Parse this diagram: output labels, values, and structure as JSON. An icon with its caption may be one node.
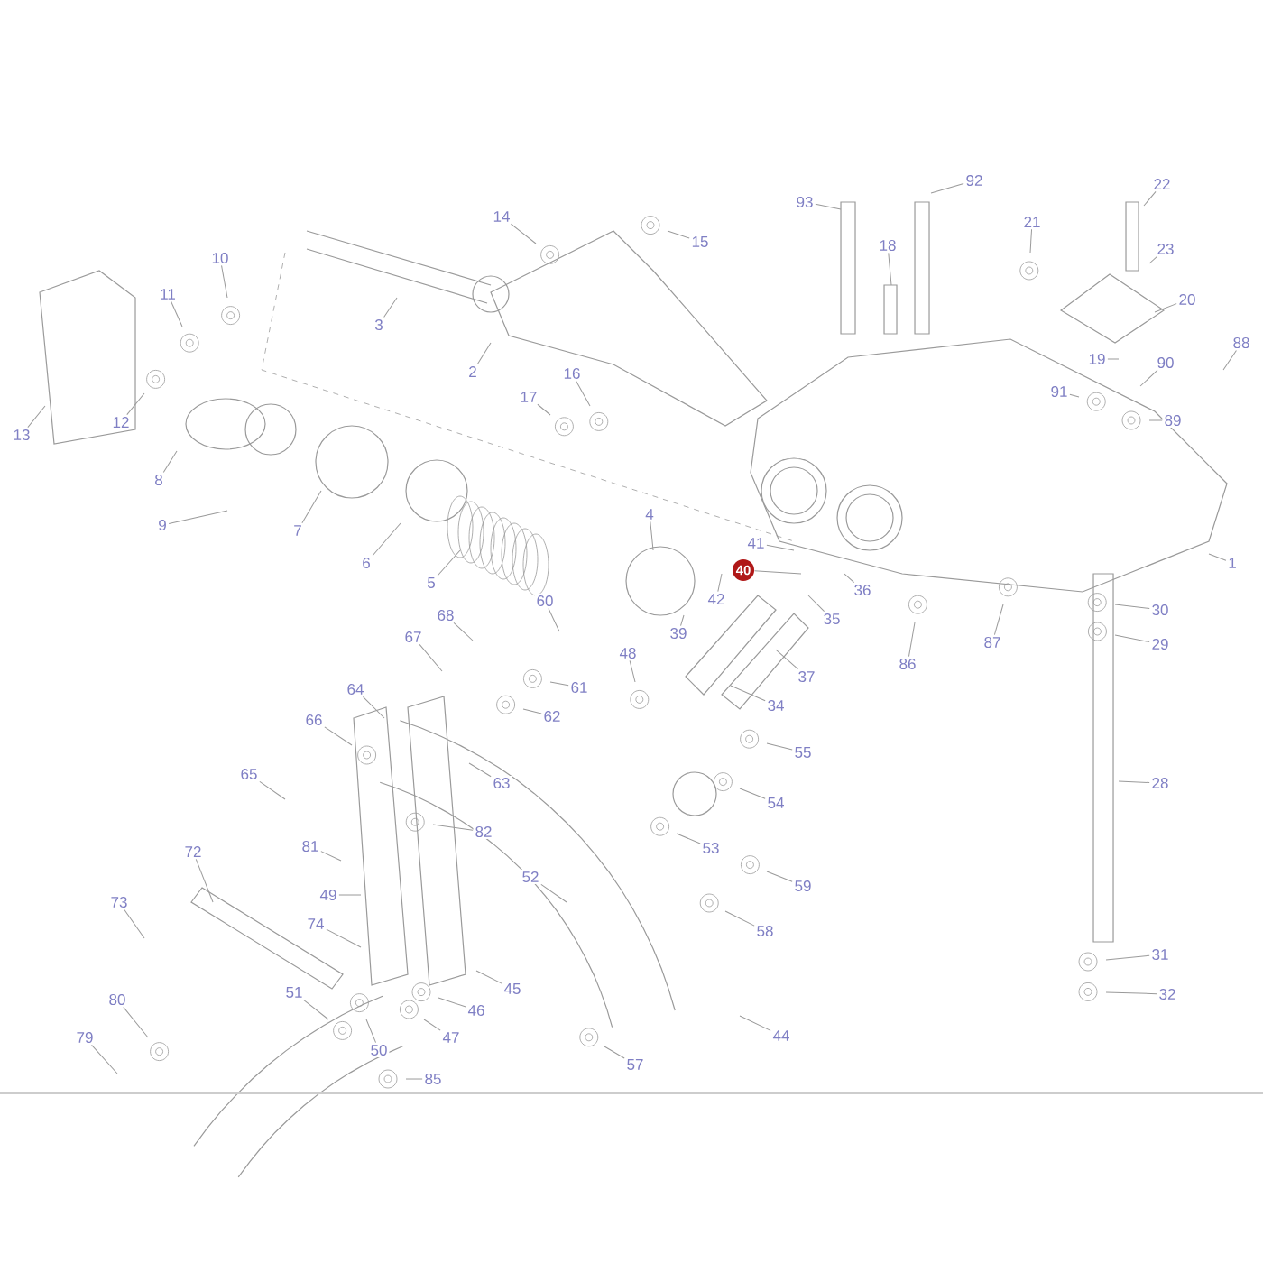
{
  "diagram": {
    "nodes": [
      {
        "text": [
          "93"
        ]
      },
      {
        "text": [
          "92"
        ]
      },
      {
        "text": [
          "22"
        ]
      },
      {
        "text": [
          "18"
        ]
      },
      {
        "text": [
          "21"
        ]
      },
      {
        "text": [
          "15"
        ]
      },
      {
        "text": [
          "14"
        ]
      },
      {
        "text": [
          "10"
        ]
      },
      {
        "text": [
          "11"
        ]
      },
      {
        "text": [
          "3"
        ]
      },
      {
        "text": [
          "2"
        ]
      },
      {
        "text": [
          "23"
        ]
      },
      {
        "text": [
          "20"
        ]
      },
      {
        "text": [
          "88"
        ]
      },
      {
        "text": [
          "19"
        ]
      },
      {
        "text": [
          "90"
        ]
      },
      {
        "text": [
          "91"
        ]
      },
      {
        "text": [
          "89"
        ]
      },
      {
        "text": [
          "16"
        ]
      },
      {
        "text": [
          "17"
        ]
      },
      {
        "text": [
          "13"
        ]
      },
      {
        "text": [
          "12"
        ]
      },
      {
        "text": [
          "8"
        ]
      },
      {
        "text": [
          "9"
        ]
      },
      {
        "text": [
          "7"
        ]
      },
      {
        "text": [
          "6"
        ]
      },
      {
        "text": [
          "5"
        ]
      },
      {
        "text": [
          "4"
        ]
      },
      {
        "text": [
          "41"
        ]
      },
      {
        "text": [
          "40"
        ]
      },
      {
        "text": [
          "36"
        ]
      },
      {
        "text": [
          "42"
        ]
      },
      {
        "text": [
          "35"
        ]
      },
      {
        "text": [
          "39"
        ]
      },
      {
        "text": [
          "1"
        ]
      },
      {
        "text": [
          "30"
        ]
      },
      {
        "text": [
          "29"
        ]
      },
      {
        "text": [
          "87"
        ]
      },
      {
        "text": [
          "86"
        ]
      },
      {
        "text": [
          "60"
        ]
      },
      {
        "text": [
          "68"
        ]
      },
      {
        "text": [
          "67"
        ]
      },
      {
        "text": [
          "48"
        ]
      },
      {
        "text": [
          "61"
        ]
      },
      {
        "text": [
          "37"
        ]
      },
      {
        "text": [
          "62"
        ]
      },
      {
        "text": [
          "34"
        ]
      },
      {
        "text": [
          "64"
        ]
      },
      {
        "text": [
          "55"
        ]
      },
      {
        "text": [
          "66"
        ]
      },
      {
        "text": [
          "63"
        ]
      },
      {
        "text": [
          "65"
        ]
      },
      {
        "text": [
          "28"
        ]
      },
      {
        "text": [
          "82"
        ]
      },
      {
        "text": [
          "54"
        ]
      },
      {
        "text": [
          "81"
        ]
      },
      {
        "text": [
          "53"
        ]
      },
      {
        "text": [
          "59"
        ]
      },
      {
        "text": [
          "52"
        ]
      },
      {
        "text": [
          "72"
        ]
      },
      {
        "text": [
          "49"
        ]
      },
      {
        "text": [
          "73"
        ]
      },
      {
        "text": [
          "74"
        ]
      },
      {
        "text": [
          "58"
        ]
      },
      {
        "text": [
          "45"
        ]
      },
      {
        "text": [
          "51"
        ]
      },
      {
        "text": [
          "31"
        ]
      },
      {
        "text": [
          "46"
        ]
      },
      {
        "text": [
          "80"
        ]
      },
      {
        "text": [
          "32"
        ]
      },
      {
        "text": [
          "50"
        ]
      },
      {
        "text": [
          "47"
        ]
      },
      {
        "text": [
          "44"
        ]
      },
      {
        "text": [
          "79"
        ]
      },
      {
        "text": [
          "57"
        ]
      },
      {
        "text": [
          "85"
        ]
      }
    ],
    "edges": [
      {
        "from": 0,
        "to": null,
        "arrow": "none"
      },
      {
        "from": 1,
        "to": null,
        "arrow": "none"
      },
      {
        "from": 2,
        "to": null,
        "arrow": "none"
      },
      {
        "from": 3,
        "to": null,
        "arrow": "none"
      },
      {
        "from": 4,
        "to": null,
        "arrow": "none"
      },
      {
        "from": 5,
        "to": null,
        "arrow": "none"
      },
      {
        "from": 6,
        "to": null,
        "arrow": "none"
      },
      {
        "from": 7,
        "to": null,
        "arrow": "none"
      },
      {
        "from": 8,
        "to": null,
        "arrow": "none"
      },
      {
        "from": 9,
        "to": null,
        "arrow": "none"
      },
      {
        "from": 10,
        "to": null,
        "arrow": "none"
      },
      {
        "from": 11,
        "to": null,
        "arrow": "none"
      },
      {
        "from": 12,
        "to": null,
        "arrow": "none"
      },
      {
        "from": 13,
        "to": null,
        "arrow": "none"
      },
      {
        "from": 14,
        "to": null,
        "arrow": "none"
      },
      {
        "from": 15,
        "to": null,
        "arrow": "none"
      },
      {
        "from": 16,
        "to": null,
        "arrow": "none"
      },
      {
        "from": 17,
        "to": null,
        "arrow": "none"
      },
      {
        "from": 18,
        "to": null,
        "arrow": "none"
      },
      {
        "from": 19,
        "to": null,
        "arrow": "none"
      },
      {
        "from": 20,
        "to": null,
        "arrow": "none"
      },
      {
        "from": 21,
        "to": null,
        "arrow": "none"
      },
      {
        "from": 22,
        "to": null,
        "arrow": "none"
      },
      {
        "from": 23,
        "to": null,
        "arrow": "none"
      },
      {
        "from": 24,
        "to": null,
        "arrow": "none"
      },
      {
        "from": 25,
        "to": null,
        "arrow": "none"
      },
      {
        "from": 26,
        "to": null,
        "arrow": "none"
      },
      {
        "from": 27,
        "to": null,
        "arrow": "none"
      },
      {
        "from": 28,
        "to": null,
        "arrow": "none"
      },
      {
        "from": 29,
        "to": null,
        "arrow": "none"
      },
      {
        "from": 30,
        "to": null,
        "arrow": "none"
      },
      {
        "from": 31,
        "to": null,
        "arrow": "none"
      },
      {
        "from": 32,
        "to": null,
        "arrow": "none"
      },
      {
        "from": 33,
        "to": null,
        "arrow": "none"
      },
      {
        "from": 34,
        "to": null,
        "arrow": "none"
      },
      {
        "from": 35,
        "to": null,
        "arrow": "none"
      },
      {
        "from": 36,
        "to": null,
        "arrow": "none"
      },
      {
        "from": 37,
        "to": null,
        "arrow": "none"
      },
      {
        "from": 38,
        "to": null,
        "arrow": "none"
      },
      {
        "from": 39,
        "to": null,
        "arrow": "none"
      },
      {
        "from": 40,
        "to": null,
        "arrow": "none"
      },
      {
        "from": 41,
        "to": null,
        "arrow": "none"
      },
      {
        "from": 42,
        "to": null,
        "arrow": "none"
      },
      {
        "from": 43,
        "to": null,
        "arrow": "none"
      },
      {
        "from": 44,
        "to": null,
        "arrow": "none"
      },
      {
        "from": 45,
        "to": null,
        "arrow": "none"
      },
      {
        "from": 46,
        "to": null,
        "arrow": "none"
      },
      {
        "from": 47,
        "to": null,
        "arrow": "none"
      },
      {
        "from": 48,
        "to": null,
        "arrow": "none"
      },
      {
        "from": 49,
        "to": null,
        "arrow": "none"
      },
      {
        "from": 50,
        "to": null,
        "arrow": "none"
      },
      {
        "from": 51,
        "to": null,
        "arrow": "none"
      },
      {
        "from": 52,
        "to": null,
        "arrow": "none"
      },
      {
        "from": 53,
        "to": null,
        "arrow": "none"
      },
      {
        "from": 54,
        "to": null,
        "arrow": "none"
      },
      {
        "from": 55,
        "to": null,
        "arrow": "none"
      },
      {
        "from": 56,
        "to": null,
        "arrow": "none"
      },
      {
        "from": 57,
        "to": null,
        "arrow": "none"
      },
      {
        "from": 58,
        "to": null,
        "arrow": "none"
      },
      {
        "from": 59,
        "to": null,
        "arrow": "none"
      },
      {
        "from": 60,
        "to": null,
        "arrow": "none"
      },
      {
        "from": 61,
        "to": null,
        "arrow": "none"
      },
      {
        "from": 62,
        "to": null,
        "arrow": "none"
      },
      {
        "from": 63,
        "to": null,
        "arrow": "none"
      },
      {
        "from": 64,
        "to": null,
        "arrow": "none"
      },
      {
        "from": 65,
        "to": null,
        "arrow": "none"
      },
      {
        "from": 66,
        "to": null,
        "arrow": "none"
      },
      {
        "from": 67,
        "to": null,
        "arrow": "none"
      },
      {
        "from": 68,
        "to": null,
        "arrow": "none"
      },
      {
        "from": 69,
        "to": null,
        "arrow": "none"
      },
      {
        "from": 70,
        "to": null,
        "arrow": "none"
      },
      {
        "from": 71,
        "to": null,
        "arrow": "none"
      },
      {
        "from": 72,
        "to": null,
        "arrow": "none"
      },
      {
        "from": 73,
        "to": null,
        "arrow": "none"
      },
      {
        "from": 74,
        "to": null,
        "arrow": "none"
      },
      {
        "from": 75,
        "to": null,
        "arrow": "none"
      }
    ]
  }
}
